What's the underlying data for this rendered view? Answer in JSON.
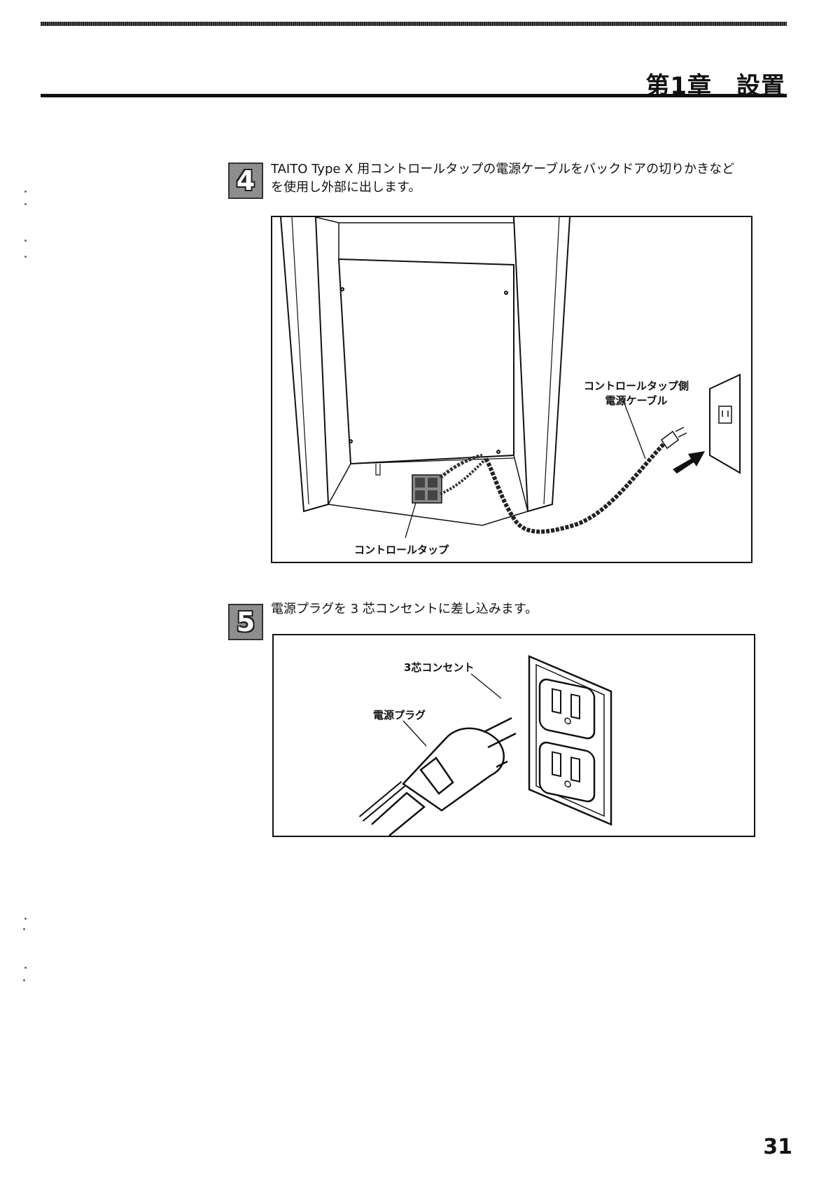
{
  "header": {
    "chapter_title": "第1章　設置"
  },
  "steps": [
    {
      "number": "4",
      "text_line1": "TAITO Type X 用コントロールタップの電源ケーブルをバックドアの切りかきなど",
      "text_line2": "を使用し外部に出します。"
    },
    {
      "number": "5",
      "text_line1": "電源プラグを 3 芯コンセントに差し込みます。"
    }
  ],
  "figure1": {
    "callout_cable_line1": "コントロールタップ側",
    "callout_cable_line2": "電源ケーブル",
    "callout_tap": "コントロールタップ"
  },
  "figure2": {
    "callout_outlet": "3芯コンセント",
    "callout_plug": "電源プラグ"
  },
  "footer": {
    "page_number": "31"
  }
}
